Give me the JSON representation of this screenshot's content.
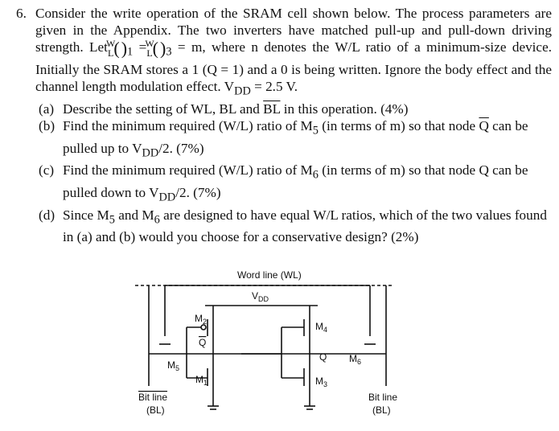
{
  "question": {
    "number": "6.",
    "intro_1": "Consider the write operation of the SRAM cell shown below. The process parameters are given in the Appendix. The two inverters have matched pull-up and pull-down driving strength. Let ",
    "ratio_num": "W",
    "ratio_den": "L",
    "sub_1": "1",
    "sub_3": "3",
    "intro_2": " = m, where n denotes the W/L ratio of a minimum-size device. Initially the SRAM stores a 1 (Q = 1) and a 0 is being written. Ignore the body effect and the channel length modulation effect. V",
    "vdd_sub": "DD",
    "intro_3": " = 2.5 V.",
    "parts": [
      {
        "label": "(a)",
        "text_1": "Describe the setting of WL, BL and ",
        "ov": "BL",
        "text_2": " in this operation. (4%)"
      },
      {
        "label": "(b)",
        "text_1": "Find the minimum required (W/L) ratio of M",
        "sub": "5",
        "text_2": " (in terms of m) so that node ",
        "ov": "Q",
        "text_3": " can be pulled up to V",
        "sub2": "DD",
        "text_4": "/2. (7%)"
      },
      {
        "label": "(c)",
        "text_1": "Find the minimum required (W/L) ratio of M",
        "sub": "6",
        "text_2": " (in terms of m) so that node Q can be pulled down to V",
        "sub2": "DD",
        "text_3": "/2. (7%)"
      },
      {
        "label": "(d)",
        "text_1": "Since M",
        "sub": "5",
        "text_2": " and M",
        "sub2": "6",
        "text_3": " are designed to have equal W/L ratios, which of the two values found in (a) and (b) would you choose for a conservative design? (2%)"
      }
    ]
  },
  "figure": {
    "word_line": "Word line (WL)",
    "vdd": "V",
    "vdd_sub": "DD",
    "m1": "M",
    "m1_sub": "1",
    "m2": "M",
    "m2_sub": "2",
    "m3": "M",
    "m3_sub": "3",
    "m4": "M",
    "m4_sub": "4",
    "m5": "M",
    "m5_sub": "5",
    "m6": "M",
    "m6_sub": "6",
    "node_q": "Q",
    "node_qbar": "Q",
    "bitline_left_1": "Bit line",
    "bitline_left_2": "(BL)",
    "bitline_right_1": "Bit line",
    "bitline_right_2": "(BL)"
  }
}
